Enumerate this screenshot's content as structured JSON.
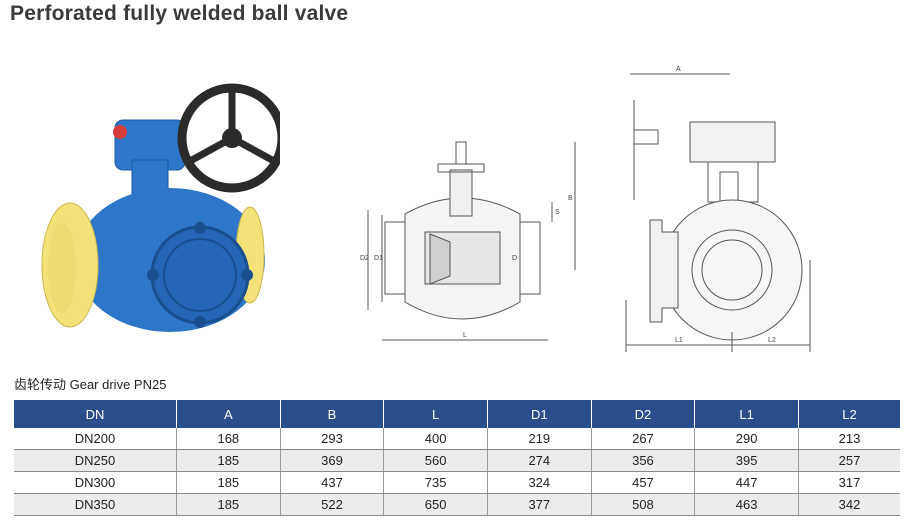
{
  "title": "Perforated fully welded ball valve",
  "subtitle": "齿轮传动 Gear drive PN25",
  "drawing_labels": {
    "front": {
      "l": "L",
      "d2": "D2",
      "d1": "D1",
      "d": "D",
      "b": "B",
      "s": "S"
    },
    "side": {
      "a": "A",
      "l1": "L1",
      "l2": "L2"
    }
  },
  "table": {
    "headers": [
      "DN",
      "A",
      "B",
      "L",
      "D1",
      "D2",
      "L1",
      "L2"
    ],
    "rows": [
      [
        "DN200",
        "168",
        "293",
        "400",
        "219",
        "267",
        "290",
        "213"
      ],
      [
        "DN250",
        "185",
        "369",
        "560",
        "274",
        "356",
        "395",
        "257"
      ],
      [
        "DN300",
        "185",
        "437",
        "735",
        "324",
        "457",
        "447",
        "317"
      ],
      [
        "DN350",
        "185",
        "522",
        "650",
        "377",
        "508",
        "463",
        "342"
      ]
    ]
  },
  "colors": {
    "valve_body": "#2e76c8",
    "end_caps": "#f3e27a",
    "handwheel": "#2b2b2b",
    "header_bg": "#2a4e8c"
  }
}
